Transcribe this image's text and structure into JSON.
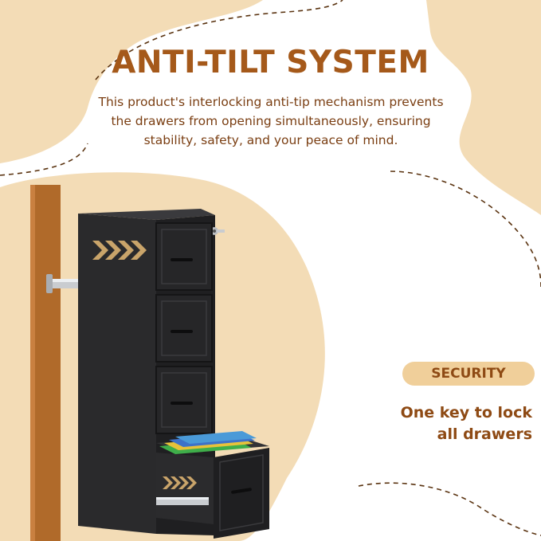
{
  "headline": "ANTI-TILT SYSTEM",
  "description": "This product's interlocking anti-tip mechanism prevents the drawers from opening simultaneously, ensuring stability, safety, and your peace of mind.",
  "feature": {
    "badge": "SECURITY",
    "text": "One key to lock all drawers"
  },
  "colors": {
    "accent_brown": "#a5591a",
    "text_brown": "#7a3e12",
    "beige_blob": "#f3dcb6",
    "badge_beige": "#f0cf9a",
    "cabinet_black": "#2a2a2c"
  },
  "icons": [
    "chevron-arrows-icon",
    "key-lock-icon",
    "drawer-handle-icon"
  ]
}
